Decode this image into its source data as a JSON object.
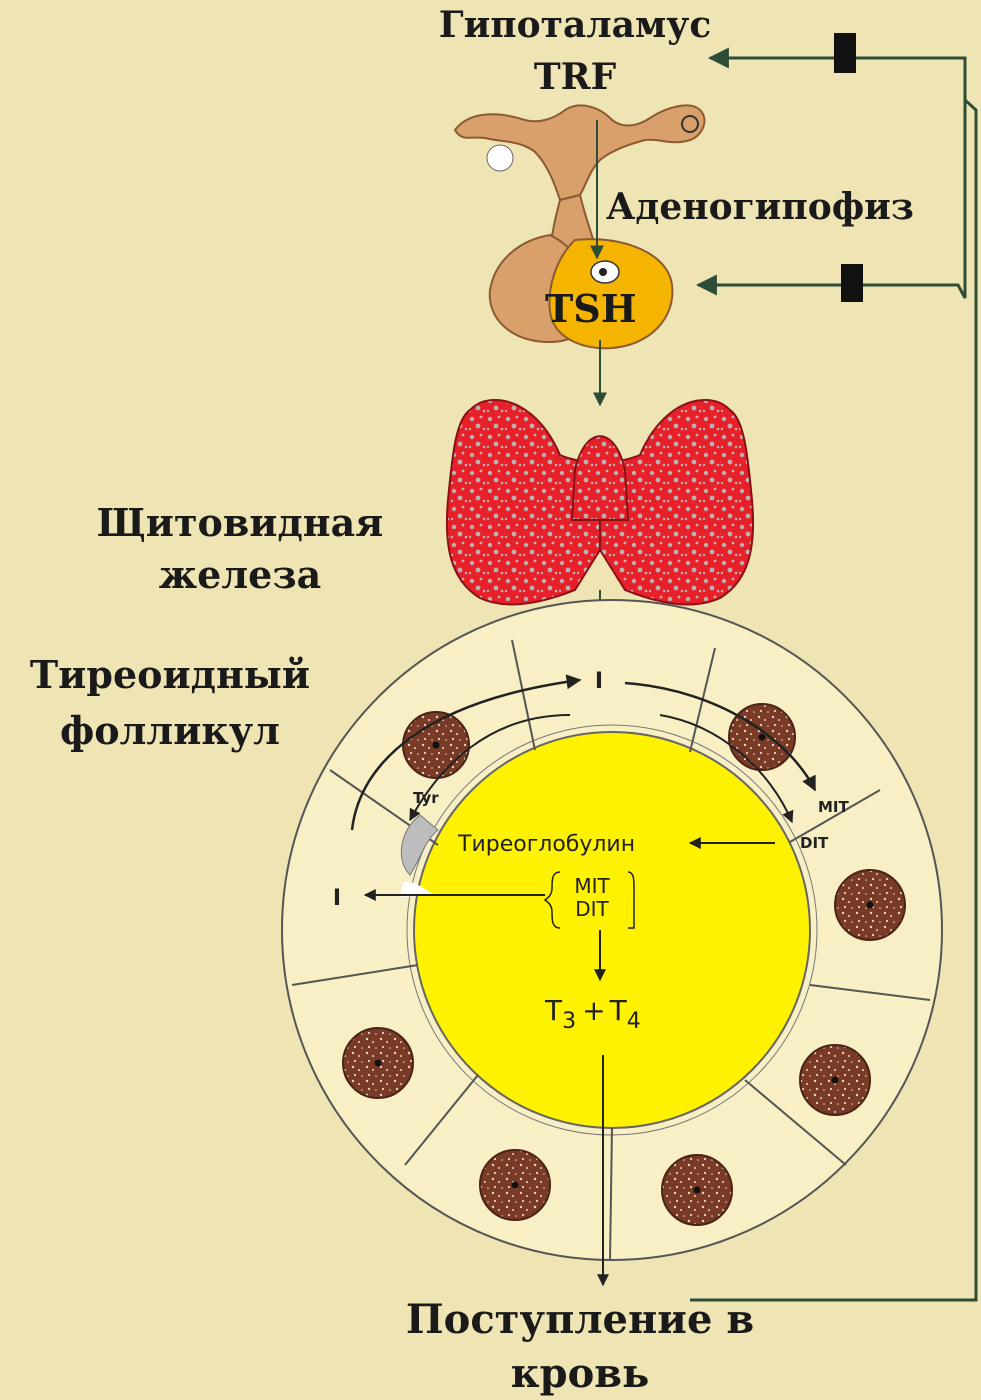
{
  "labels": {
    "hypothalamus": "Гипоталамус",
    "trf": "TRF",
    "adenohypophysis": "Аденогипофиз",
    "tsh": "TSH",
    "thyroid_line1": "Щитовидная",
    "thyroid_line2": "железа",
    "follicle_line1": "Тиреоидный",
    "follicle_line2": "фолликул",
    "release_line1": "Поступление в",
    "release_line2": "кровь"
  },
  "follicle": {
    "thyroglobulin": "Тиреоглобулин",
    "tyr": "Tyr",
    "mit": "MIT",
    "dit": "DIT",
    "iodide_top": "I",
    "iodide_left": "I",
    "inner_mit": "MIT",
    "inner_dit": "DIT",
    "t3": "T",
    "t3_sub": "3",
    "plus": "+",
    "t4": "T",
    "t4_sub": "4"
  },
  "colors": {
    "background": "#efe4b3",
    "pituitary": "#d9a06b",
    "adenohypophysis": "#f5b400",
    "thyroid": "#e8202a",
    "colloid": "#fff200",
    "cell_layer": "#f8efc4",
    "nucleus": "#7a3b26",
    "feedback_line": "#2e4d36"
  }
}
